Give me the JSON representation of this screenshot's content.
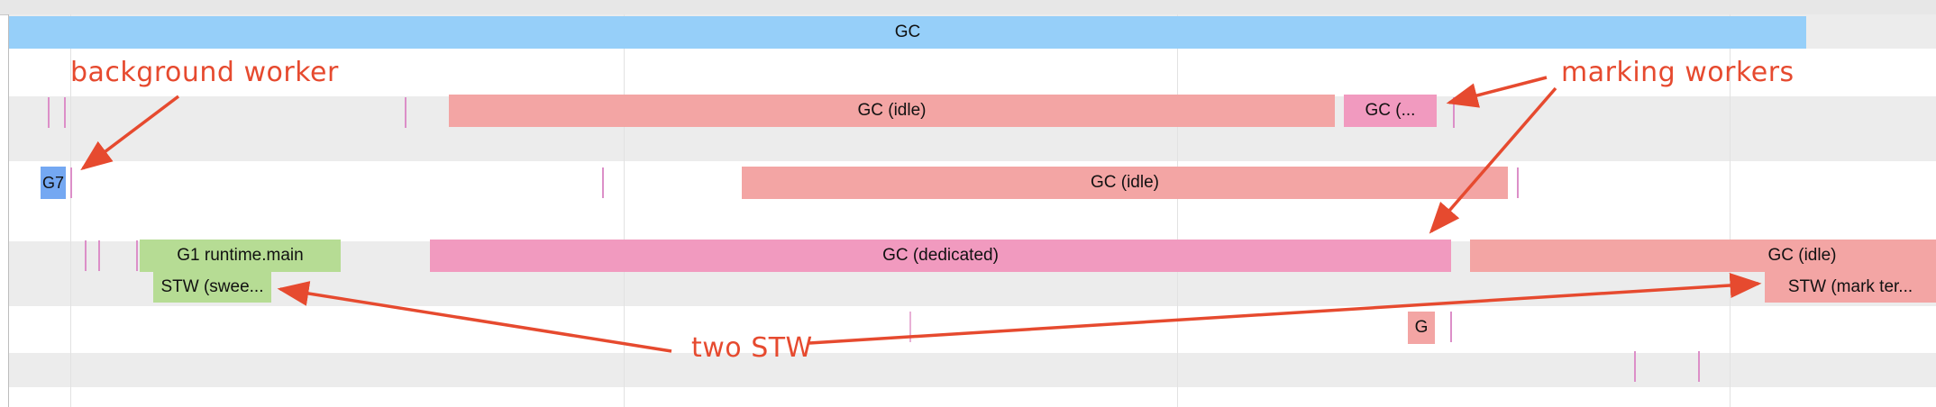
{
  "timeline": {
    "gc_bar_label": "GC",
    "slices": {
      "gc_idle_1": "GC (idle)",
      "gc_truncated": "GC (...",
      "goroutine_g7": "G7",
      "gc_idle_2": "GC (idle)",
      "g1_runtime_main": "G1 runtime.main",
      "gc_dedicated": "GC (dedicated)",
      "gc_idle_3": "GC (idle)",
      "stw_sweep": "STW (swee...",
      "stw_mark": "STW (mark ter...",
      "goroutine_g": "G"
    }
  },
  "annotations": {
    "background_worker": "background worker",
    "marking_workers": "marking workers",
    "two_stw": "two STW"
  },
  "colors": {
    "gc_bar": "#96cff9",
    "idle": "#f3a5a4",
    "dedicated": "#f19abf",
    "goroutine": "#b6dc94",
    "g7": "#74a8f2",
    "annotation": "#e64a2f"
  }
}
